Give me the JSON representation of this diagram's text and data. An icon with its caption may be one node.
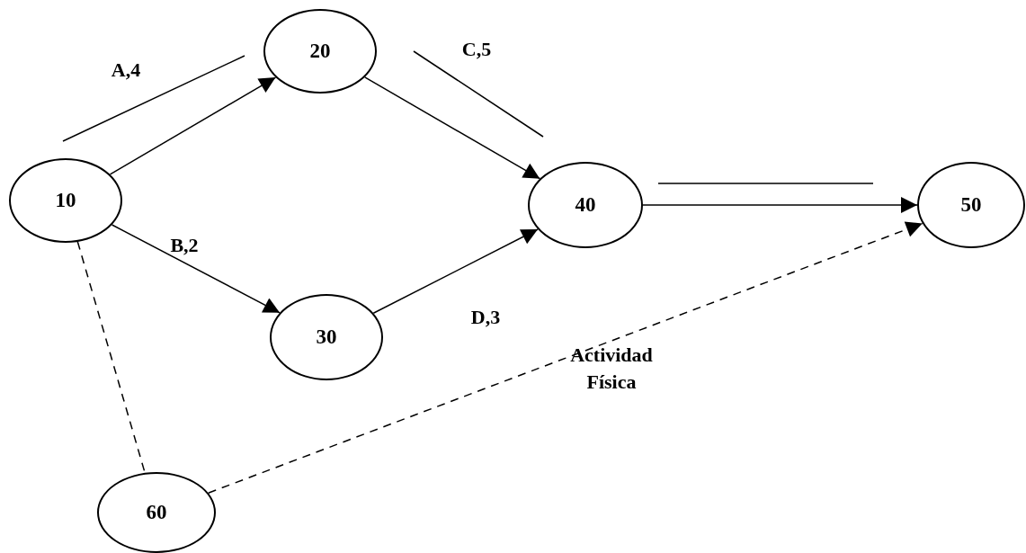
{
  "diagram": {
    "nodes": [
      {
        "text": [
          "10"
        ]
      },
      {
        "text": [
          "20"
        ]
      },
      {
        "text": [
          "40"
        ]
      },
      {
        "text": [
          "50"
        ]
      },
      {
        "text": [
          "30"
        ]
      },
      {
        "text": [
          "60"
        ]
      }
    ],
    "edges": [
      {
        "from": 0,
        "to": 1,
        "arrow": "to",
        "label": "A,4"
      },
      {
        "from": 1,
        "to": 2,
        "arrow": "to",
        "label": "C,5"
      },
      {
        "from": 2,
        "to": 3,
        "arrow": "to"
      },
      {
        "from": 0,
        "to": 4,
        "arrow": "to",
        "label": "B,2"
      },
      {
        "from": 4,
        "to": 2,
        "arrow": "to",
        "label": "D,3"
      },
      {
        "from": 0,
        "to": 5,
        "arrow": "none",
        "style": "dashed"
      },
      {
        "from": 5,
        "to": 3,
        "arrow": "to",
        "style": "dashed",
        "label": "Actividad Física"
      }
    ]
  }
}
